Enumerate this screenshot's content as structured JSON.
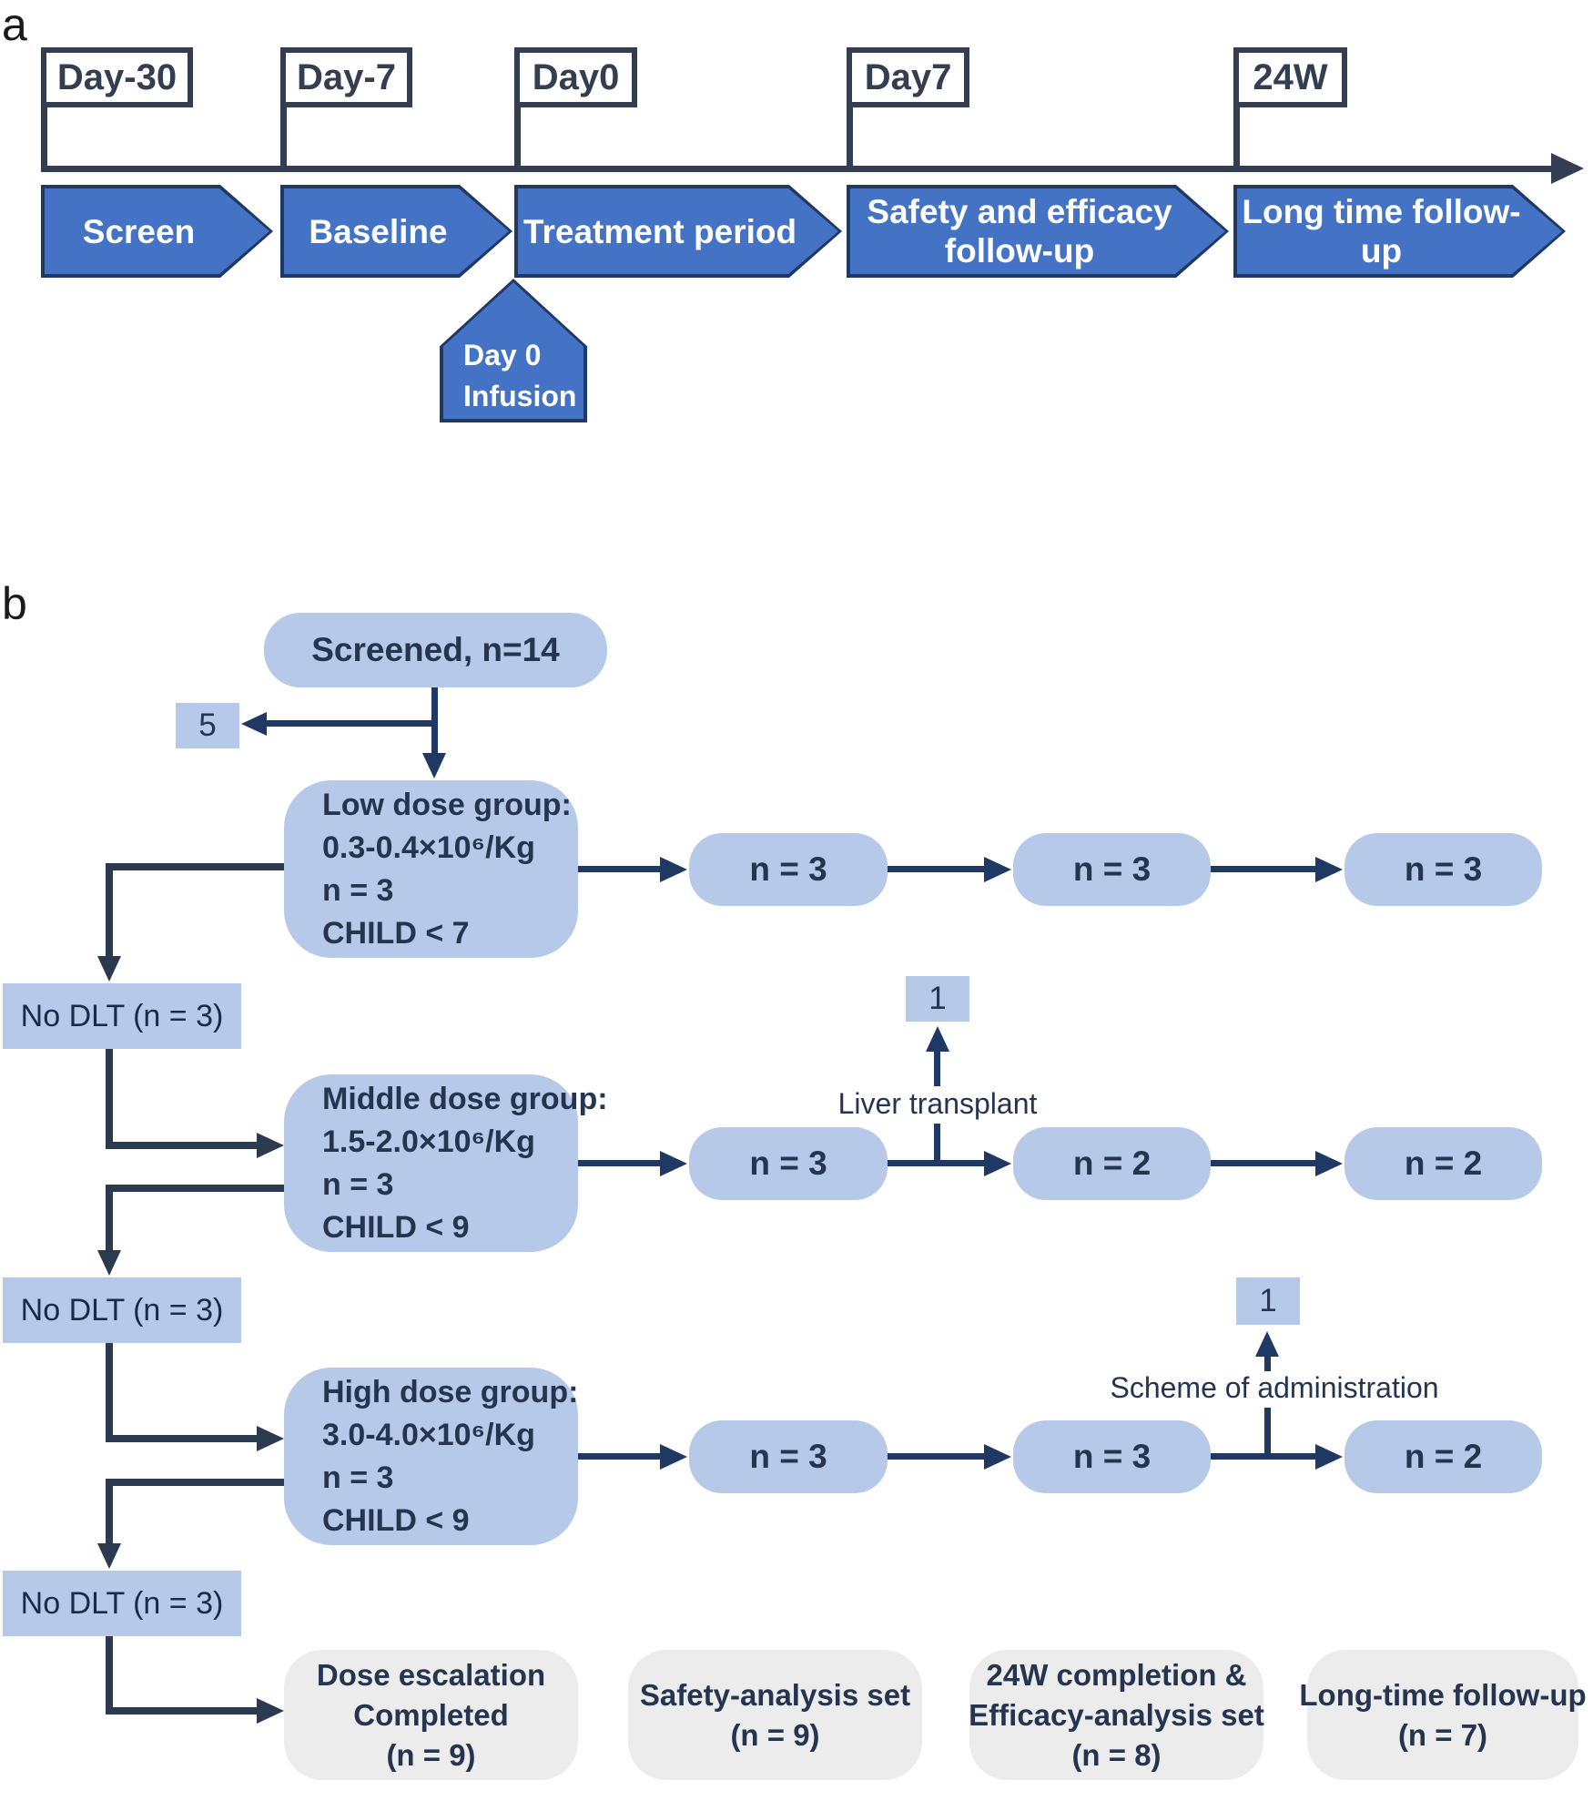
{
  "panel_a": {
    "label": "a",
    "flags": [
      {
        "label": "Day-30"
      },
      {
        "label": "Day-7"
      },
      {
        "label": "Day0"
      },
      {
        "label": "Day7"
      },
      {
        "label": "24W"
      }
    ],
    "phases": [
      {
        "label": "Screen"
      },
      {
        "label": "Baseline"
      },
      {
        "label": "Treatment period"
      },
      {
        "label": "Safety and efficacy follow-up"
      },
      {
        "label": "Long time follow-up"
      }
    ],
    "infusion": {
      "line1": "Day 0",
      "line2": "Infusion"
    },
    "colors": {
      "phase_fill": "#4472C4",
      "phase_border": "#1F3864",
      "flag_border": "#333F50",
      "timeline": "#333F50"
    }
  },
  "panel_b": {
    "label": "b",
    "screened_label": "Screened, n=14",
    "screen_fail_count": "5",
    "groups": [
      {
        "title": "Low dose group:",
        "dose": "0.3-0.4×10⁶/Kg",
        "n": "n = 3",
        "child": "CHILD < 7"
      },
      {
        "title": "Middle dose group:",
        "dose": "1.5-2.0×10⁶/Kg",
        "n": "n = 3",
        "child": "CHILD < 9"
      },
      {
        "title": "High dose group:",
        "dose": "3.0-4.0×10⁶/Kg",
        "n": "n = 3",
        "child": "CHILD < 9"
      }
    ],
    "dlt_labels": [
      "No DLT (n = 3)",
      "No DLT (n = 3)",
      "No DLT (n = 3)"
    ],
    "rows": [
      [
        "n = 3",
        "n = 3",
        "n = 3"
      ],
      [
        "n = 3",
        "n = 2",
        "n = 2"
      ],
      [
        "n = 3",
        "n = 3",
        "n = 2"
      ]
    ],
    "dropouts": [
      {
        "count": "1",
        "label": "Liver transplant"
      },
      {
        "count": "1",
        "label": "Scheme of administration"
      }
    ],
    "outcomes": [
      {
        "line1": "Dose escalation",
        "line2": "Completed",
        "line3": "(n = 9)"
      },
      {
        "line1": "Safety-analysis set",
        "line2": "(n = 9)",
        "line3": ""
      },
      {
        "line1": "24W completion &",
        "line2": "Efficacy-analysis set",
        "line3": "(n = 8)"
      },
      {
        "line1": "Long-time follow-up",
        "line2": "(n = 7)",
        "line3": ""
      }
    ],
    "colors": {
      "node_fill": "#B6C9E8",
      "node_text": "#26354F",
      "arrow": "#1F3864",
      "elbow": "#2B3A4E",
      "outcome_fill": "#ECECEC"
    }
  }
}
